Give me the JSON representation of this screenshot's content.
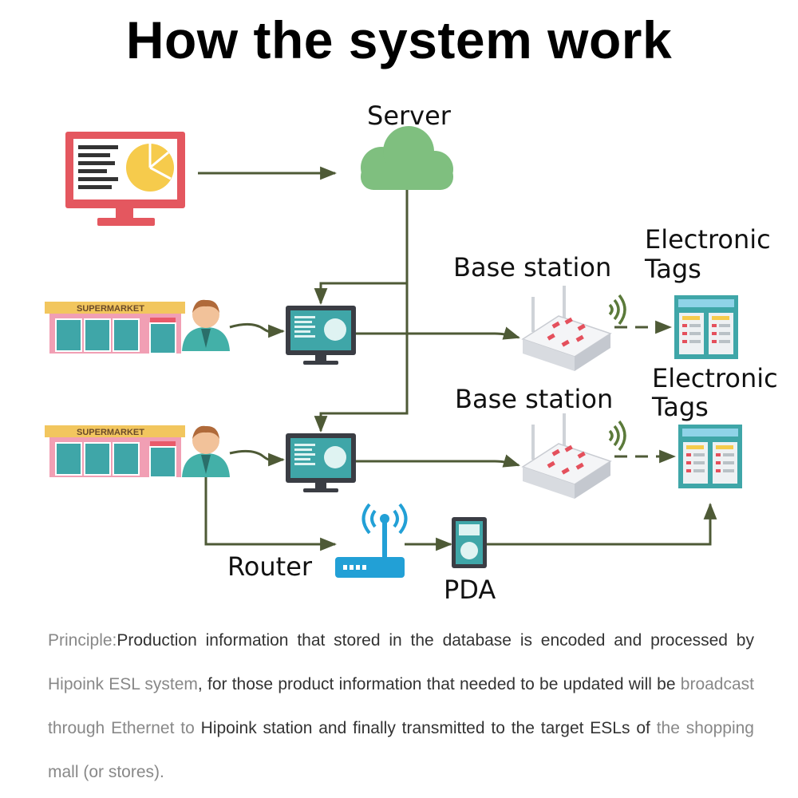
{
  "title": "How the system work",
  "labels": {
    "server": "Server",
    "base_station_1": "Base station",
    "base_station_2": "Base station",
    "tags_1_line1": "Electronic",
    "tags_1_line2": "Tags",
    "tags_2_line1": "Electronic",
    "tags_2_line2": "Tags",
    "router": "Router",
    "pda": "PDA",
    "supermarket_sign": "SUPERMARKET"
  },
  "principle": {
    "p1": "Principle:",
    "p2": "Production information that stored in the database is encoded and processed by",
    "p3": "Hipoink ESL system",
    "p4": ", for those product information that needed to be updated will be",
    "p5": "broadcast through Ethernet to ",
    "p6": "Hipoink station and finally transmitted to the target ESLs of",
    "p7": "the shopping mall (or stores)."
  },
  "colors": {
    "line": "#4e5a36",
    "cloud": "#7fbf7f",
    "monitor_red": "#e4575f",
    "teal": "#3fa6a8",
    "pie": "#f6cb4c",
    "router_blue": "#22a0d6"
  }
}
